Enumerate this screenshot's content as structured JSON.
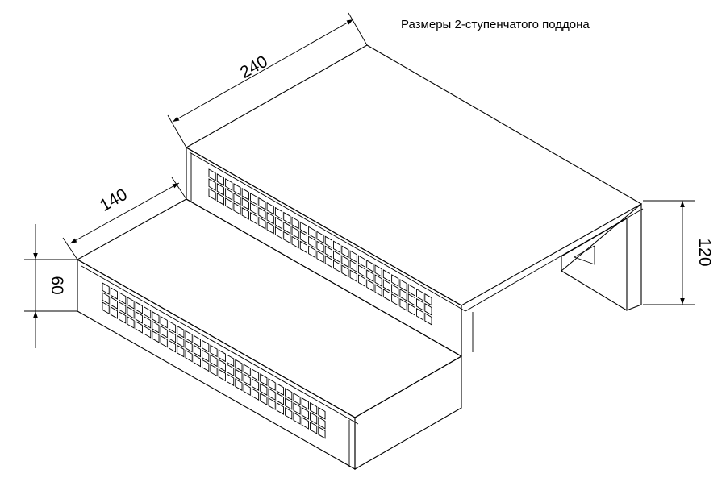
{
  "title": "Размеры 2-ступенчатого поддона",
  "dimensions": {
    "top_length": "240",
    "lower_depth": "140",
    "lower_height": "60",
    "total_height": "120"
  },
  "vents": {
    "upper_riser": {
      "rows": 3,
      "cols": 27
    },
    "lower_riser": {
      "rows": 3,
      "cols": 27
    }
  },
  "colors": {
    "line": "#000000",
    "background": "#ffffff"
  }
}
